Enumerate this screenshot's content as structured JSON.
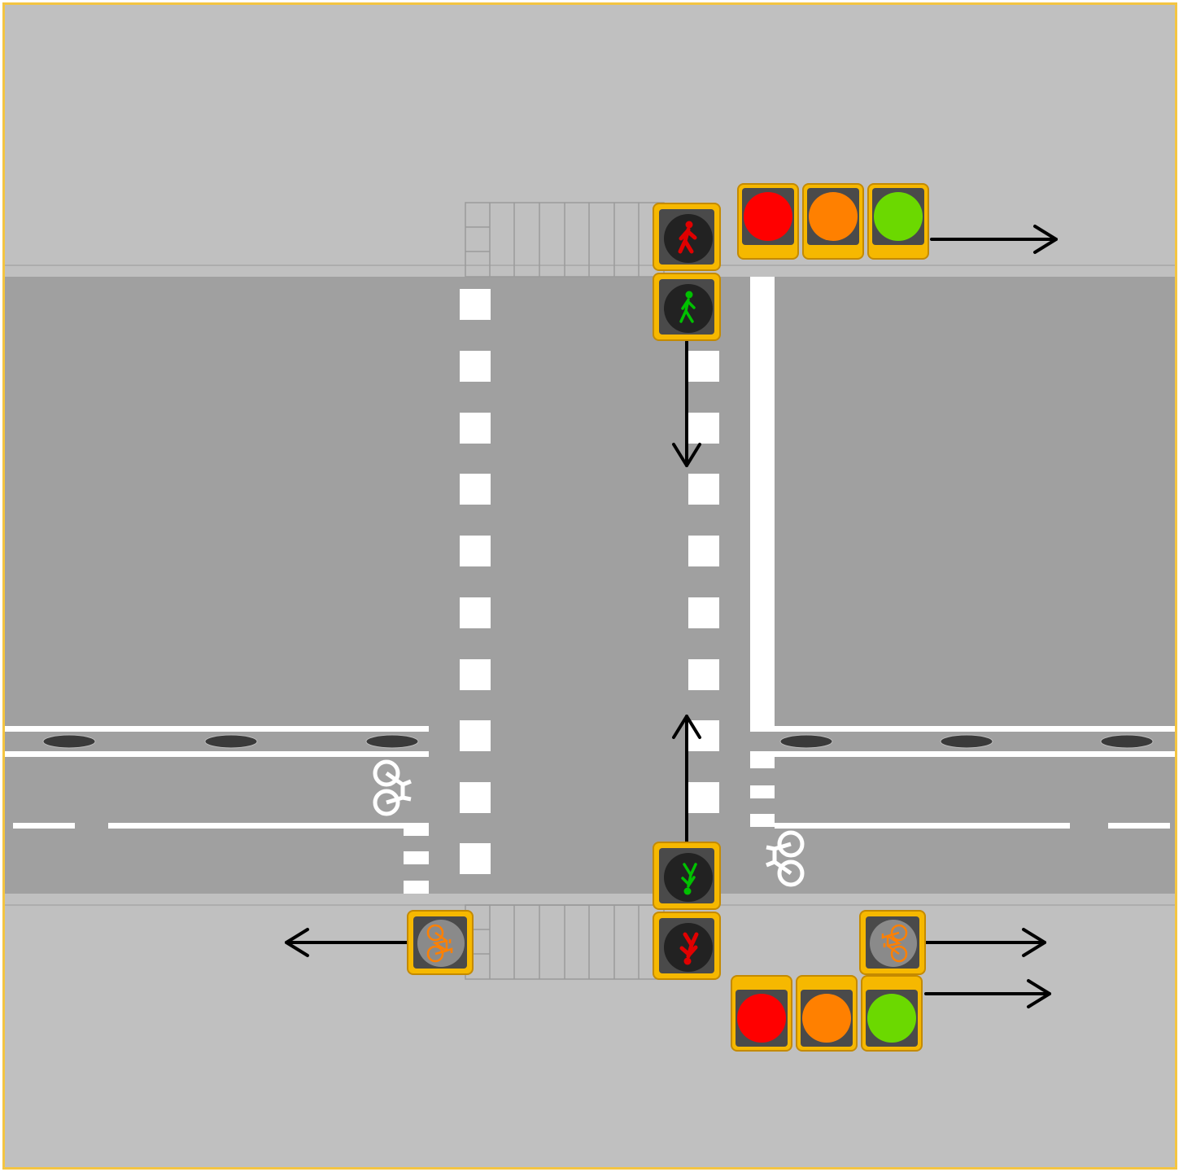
{
  "diagram": {
    "description_elements": {
      "road_color": "#a0a0a0",
      "sidewalk_color": "#c0c0c0",
      "marking_color": "#ffffff",
      "frame_color": "#f4c542",
      "signal_housing_color": "#f6b800"
    },
    "vehicle_signals": [
      {
        "name": "vehicle-signal-north",
        "lamps": [
          "#ff0000",
          "#ff8000",
          "#6bd900"
        ]
      },
      {
        "name": "vehicle-signal-south",
        "lamps": [
          "#ff0000",
          "#ff8000",
          "#6bd900"
        ]
      }
    ],
    "pedestrian_signals": [
      {
        "name": "pedestrian-signal-north-red",
        "color": "#e00000",
        "icon": "pedestrian-walking-icon"
      },
      {
        "name": "pedestrian-signal-north-green",
        "color": "#00c000",
        "icon": "pedestrian-walking-icon"
      },
      {
        "name": "pedestrian-signal-south-green",
        "color": "#00c000",
        "icon": "pedestrian-walking-icon"
      },
      {
        "name": "pedestrian-signal-south-red",
        "color": "#e00000",
        "icon": "pedestrian-walking-icon"
      }
    ],
    "bicycle_signals": [
      {
        "name": "bicycle-signal-southwest",
        "color": "#ff8000",
        "icon": "bicycle-icon"
      },
      {
        "name": "bicycle-signal-southeast",
        "color": "#ff8000",
        "icon": "bicycle-icon"
      }
    ],
    "road_symbols": [
      "bicycle-lane-symbol-icon",
      "bicycle-lane-symbol-icon"
    ]
  }
}
